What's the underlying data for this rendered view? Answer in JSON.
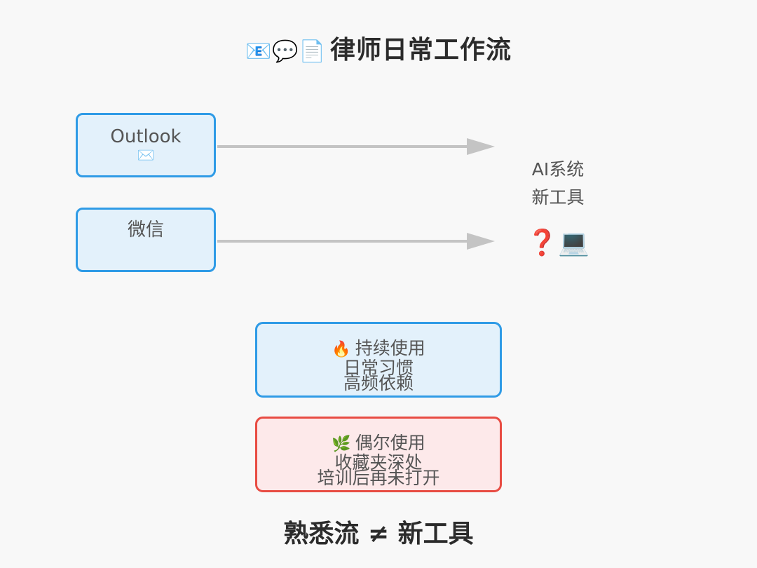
{
  "title": {
    "icons": "📧💬📄",
    "text": "律师日常工作流"
  },
  "sources": [
    {
      "label": "Outlook",
      "emoji": "✉️"
    },
    {
      "label": "微信"
    }
  ],
  "target": {
    "line1": "AI系统",
    "line2": "新工具",
    "icons": {
      "question": "❓",
      "laptop": "💻"
    }
  },
  "habits": [
    {
      "icon": "🔥",
      "title": "持续使用",
      "line1": "日常习惯",
      "line2": "高频依赖",
      "color": "#2f9be6"
    },
    {
      "icon": "🌿",
      "title": "偶尔使用",
      "line1": "收藏夹深处",
      "line2": "培训后再未打开",
      "color": "#e84c43"
    }
  ],
  "conclusion": "熟悉流 ≠ 新工具",
  "colors": {
    "blue_border": "#2f9be6",
    "blue_fill": "#e3f1fb",
    "red_border": "#e84c43",
    "red_fill": "#fde9ea",
    "arrow": "#c4c4c4"
  }
}
